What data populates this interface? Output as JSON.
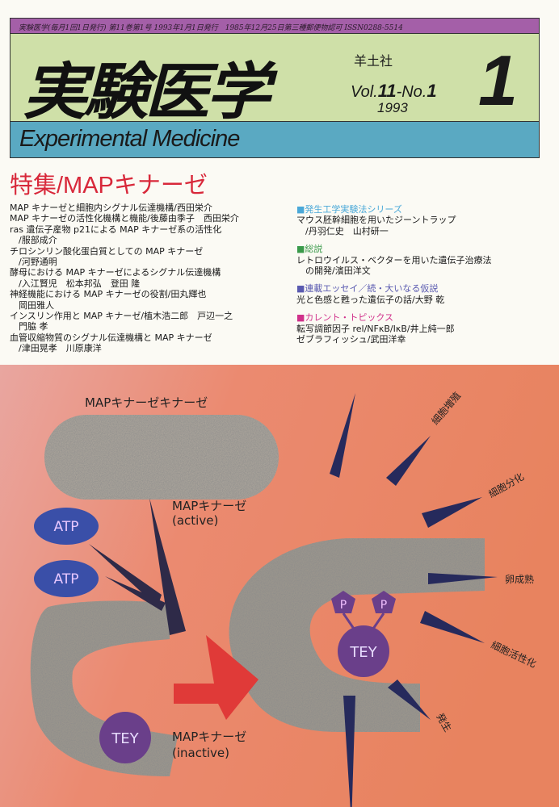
{
  "masthead": {
    "info_line": "実験医学(毎月1回1日発行) 第11巻第1号 1993年1月1日発行　1985年12月25日第三種郵便物認可 ISSN0288-5514",
    "title_jp": "実験医学",
    "publisher": "羊土社",
    "volume_prefix": "Vol.",
    "volume": "11",
    "number_prefix": "-No.",
    "number": "1",
    "year": "1993",
    "issue_big": "1",
    "title_en": "Experimental Medicine"
  },
  "feature_title": "特集/MAPキナーゼ",
  "feature_articles": [
    {
      "title": "MAP キナーゼと細胞内シグナル伝達機構/西田栄介"
    },
    {
      "title": "MAP キナーゼの活性化機構と機能/後藤由季子　西田栄介"
    },
    {
      "title": "ras 遺伝子産物 p21による MAP キナーゼ系の活性化",
      "author": "/服部成介"
    },
    {
      "title": "チロシンリン酸化蛋白質としての MAP キナーゼ",
      "author": "/河野通明"
    },
    {
      "title": "酵母における MAP キナーゼによるシグナル伝達機構",
      "author": "/入江賢児　松本邦弘　登田 隆"
    },
    {
      "title": "神経機能における MAP キナーゼの役割/田丸輝也",
      "author": "岡田雅人"
    },
    {
      "title": "インスリン作用と MAP キナーゼ/植木浩二郎　戸辺一之",
      "author": "門脇 孝"
    },
    {
      "title": "血管収縮物質のシグナル伝達機構と MAP キナーゼ",
      "author": "/津田晃孝　川原康洋"
    }
  ],
  "sections": [
    {
      "heading": "■発生工学実験法シリーズ",
      "color": "#4aa8d8",
      "lines": [
        "マウス胚幹細胞を用いたジーントラップ",
        "/丹羽仁史　山村研一"
      ]
    },
    {
      "heading": "■総説",
      "color": "#3a9a4a",
      "lines": [
        "レトロウイルス・ベクターを用いた遺伝子治療法",
        "の開発/濱田洋文"
      ]
    },
    {
      "heading": "■連載エッセイ／続・大いなる仮説",
      "color": "#5a5ab0",
      "lines": [
        "光と色感と甦った遺伝子の話/大野 乾"
      ]
    },
    {
      "heading": "■カレント・トピックス",
      "color": "#d0308a",
      "lines": [
        "転写調節因子 rel/NFκB/IκB/井上純一郎",
        "ゼブラフィッシュ/武田洋幸"
      ]
    }
  ],
  "illustration": {
    "kinase_kinase": "MAPキナーゼキナーゼ",
    "atp": "ATP",
    "active_label": "MAPキナーゼ",
    "active_state": "(active)",
    "inactive_label": "MAPキナーゼ",
    "inactive_state": "(inactive)",
    "tey": "TEY",
    "phospho": "P",
    "outcomes": [
      "細胞増殖",
      "細胞分化",
      "卵成熟",
      "細胞活性化",
      "発生"
    ]
  },
  "colors": {
    "purple_bar": "#a45fa8",
    "green_band": "#cfe0a8",
    "blue_band": "#5aa9c2",
    "feature_red": "#d8283a",
    "background_art": "#e8866a"
  }
}
